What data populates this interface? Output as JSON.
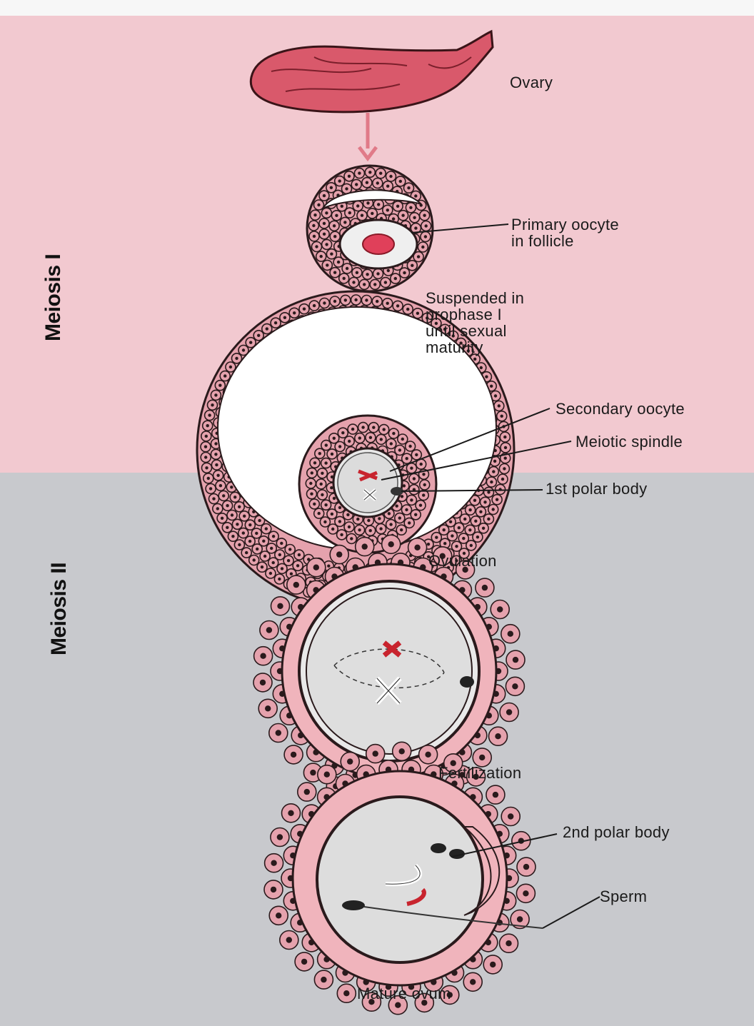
{
  "colors": {
    "top_panel": "#f2c9d0",
    "bottom_panel": "#c8c9cd",
    "cell_fill": "#e5a2ad",
    "cell_edge": "#2a1a1c",
    "arrow": "#e07a88",
    "chromosome_red": "#c8242e",
    "ovary": "#d9596b"
  },
  "sections": {
    "meiosis_1": "Meiosis I",
    "meiosis_2": "Meiosis II"
  },
  "labels": {
    "ovary": "Ovary",
    "primary_oocyte": "Primary oocyte\nin follicle",
    "suspended": "Suspended in\nprophase I\nuntil sexual\nmaturity",
    "secondary_oocyte": "Secondary oocyte",
    "meiotic_spindle": "Meiotic spindle",
    "first_polar_body": "1st polar body",
    "ovulation": "Ovulation",
    "fertilization": "Fertilization",
    "second_polar_body": "2nd polar body",
    "sperm": "Sperm",
    "mature_ovum": "Mature ovum"
  },
  "icons": {
    "stage_arrow": "down-arrow-icon",
    "arrest_break": "double-slash-break-icon"
  }
}
